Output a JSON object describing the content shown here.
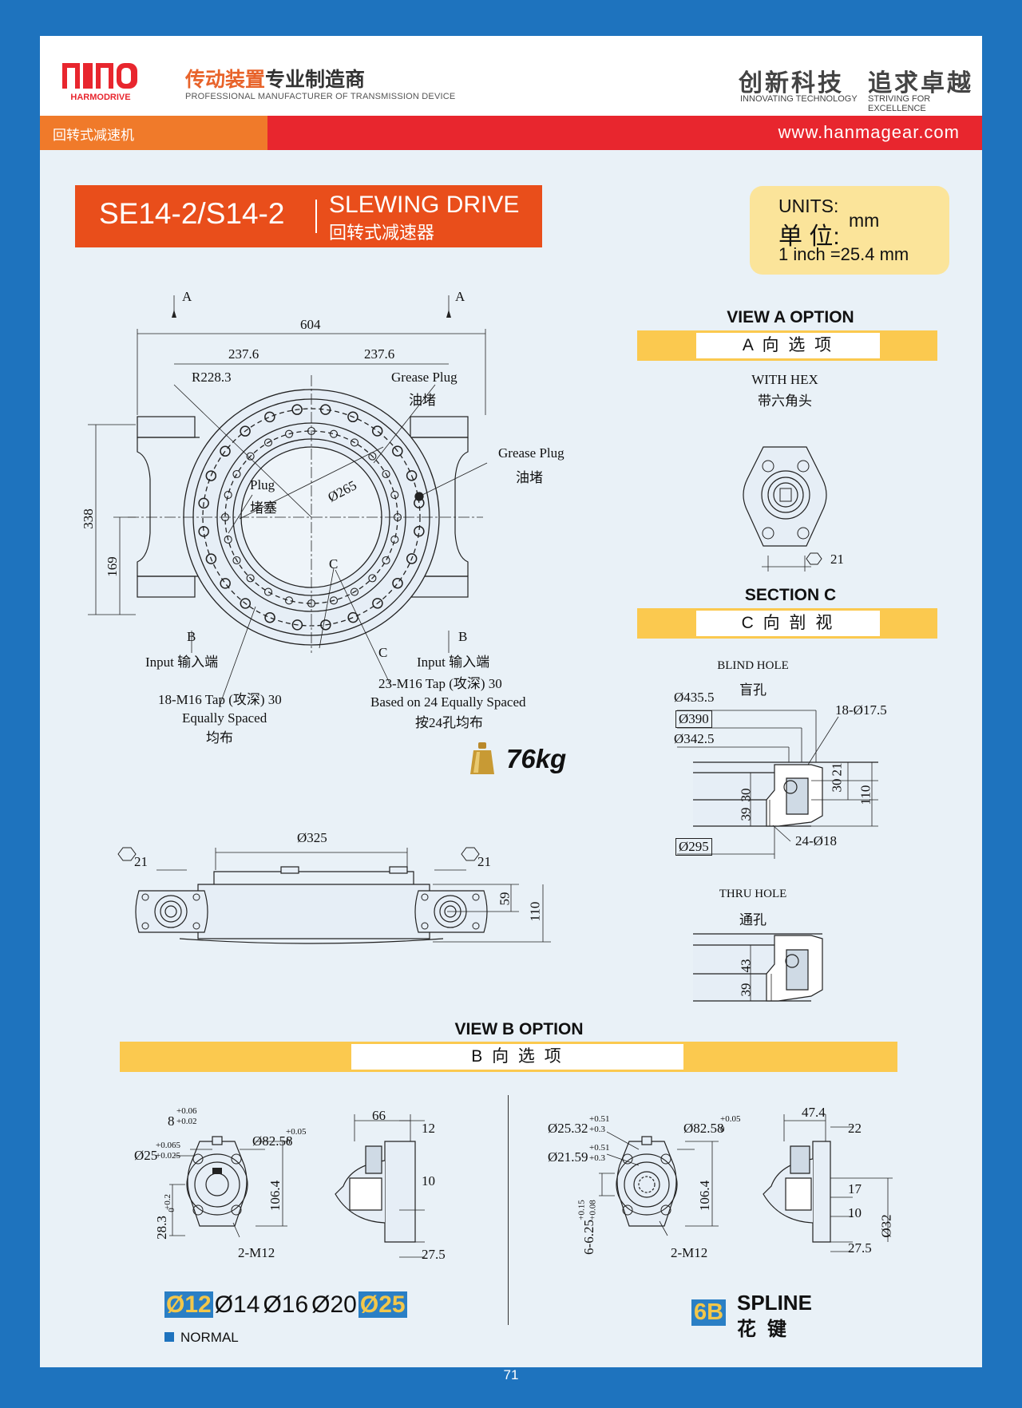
{
  "header": {
    "logo_text": "HMD",
    "logo_sub": "HARMODRIVE",
    "tagline_cn_a": "传动装置",
    "tagline_cn_b": "专业制造商",
    "tagline_en": "PROFESSIONAL MANUFACTURER OF TRANSMISSION DEVICE",
    "slogan1_cn": "创新科技",
    "slogan1_en": "INNOVATING TECHNOLOGY",
    "slogan2_cn": "追求卓越",
    "slogan2_en": "STRIVING FOR EXCELLENCE"
  },
  "bar": {
    "category": "回转式减速机",
    "website": "www.hanmagear.com"
  },
  "title": {
    "model": "SE14-2/S14-2",
    "name_en": "SLEWING DRIVE",
    "name_cn": "回转式减速器"
  },
  "units": {
    "label_en": "UNITS:",
    "label_cn": "单 位:",
    "unit": "mm",
    "conversion": "1 inch =25.4 mm"
  },
  "top_view": {
    "a1": "A",
    "a2": "A",
    "d604": "604",
    "d237a": "237.6",
    "d237b": "237.6",
    "r228": "R228.3",
    "grease1_en": "Grease Plug",
    "grease1_cn": "油堵",
    "grease2_en": "Grease Plug",
    "grease2_cn": "油堵",
    "plug_en": "Plug",
    "plug_cn": "堵塞",
    "d265": "Ø265",
    "d338": "338",
    "d169": "169",
    "c1": "C",
    "c2": "C",
    "b1": "B",
    "b2": "B",
    "input1": "Input  输入端",
    "input2": "Input  输入端",
    "tap18": "18-M16 Tap (攻深) 30",
    "eq_en": "Equally Spaced",
    "eq_cn": "均布",
    "tap23": "23-M16 Tap (攻深) 30",
    "based_en": "Based on 24 Equally Spaced",
    "based_cn": "按24孔均布"
  },
  "weight": "76kg",
  "front_view": {
    "d325": "Ø325",
    "hex1": "21",
    "hex2": "21",
    "d59": "59",
    "d110": "110"
  },
  "view_a": {
    "title": "VIEW A OPTION",
    "band": "A 向 选 项",
    "hex_en": "WITH HEX",
    "hex_cn": "带六角头",
    "hex_size": "21"
  },
  "section_c": {
    "title": "SECTION C",
    "band": "C 向 剖 视",
    "blind_en": "BLIND HOLE",
    "blind_cn": "盲孔",
    "d435": "Ø435.5",
    "d390": "Ø390",
    "d342": "Ø342.5",
    "n18": "18-Ø17.5",
    "v30a": "30",
    "v21": "21",
    "v110": "110",
    "v39": "39",
    "v30b": "30",
    "n24": "24-Ø18",
    "d295": "Ø295",
    "thru_en": "THRU HOLE",
    "thru_cn": "通孔",
    "t43": "43",
    "t39": "39"
  },
  "view_b": {
    "title": "VIEW B OPTION",
    "band": "B 向 选 项",
    "left": {
      "k8": "8",
      "k8t": "+0.06",
      "k8b": "+0.02",
      "d25": "Ø25",
      "d25t": "+0.065",
      "d25b": "+0.025",
      "d82": "Ø82.58",
      "d82t": "+0.05",
      "d82b": "0",
      "h28": "28.3",
      "h28t": "+0.2",
      "h28b": "0",
      "v106": "106.4",
      "m12": "2-M12",
      "s66": "66",
      "s12": "12",
      "s10": "10",
      "s275": "27.5"
    },
    "right": {
      "d2532": "Ø25.32",
      "d2532t": "+0.51",
      "d2532b": "+0.3",
      "d2159": "Ø21.59",
      "d2159t": "+0.51",
      "d2159b": "+0.3",
      "d82": "Ø82.58",
      "d82t": "+0.05",
      "d82b": "0",
      "s6": "6-6.25",
      "s6t": "+0.15",
      "s6b": "+0.08",
      "v106": "106.4",
      "m12": "2-M12",
      "s474": "47.4",
      "s22": "22",
      "s17": "17",
      "s10": "10",
      "s275": "27.5",
      "d32": "Ø32"
    },
    "options": [
      "Ø12",
      "Ø14",
      "Ø16",
      "Ø20",
      "Ø25"
    ],
    "normal": "NORMAL",
    "spline_code": "6B",
    "spline_en": "SPLINE",
    "spline_cn": "花键"
  },
  "page_number": "71",
  "colors": {
    "frame": "#1e73be",
    "orange": "#f07a2a",
    "red": "#e8262e",
    "title": "#e94e1b",
    "yellow": "#fbc94f",
    "highlight": "#2a7fc5"
  }
}
